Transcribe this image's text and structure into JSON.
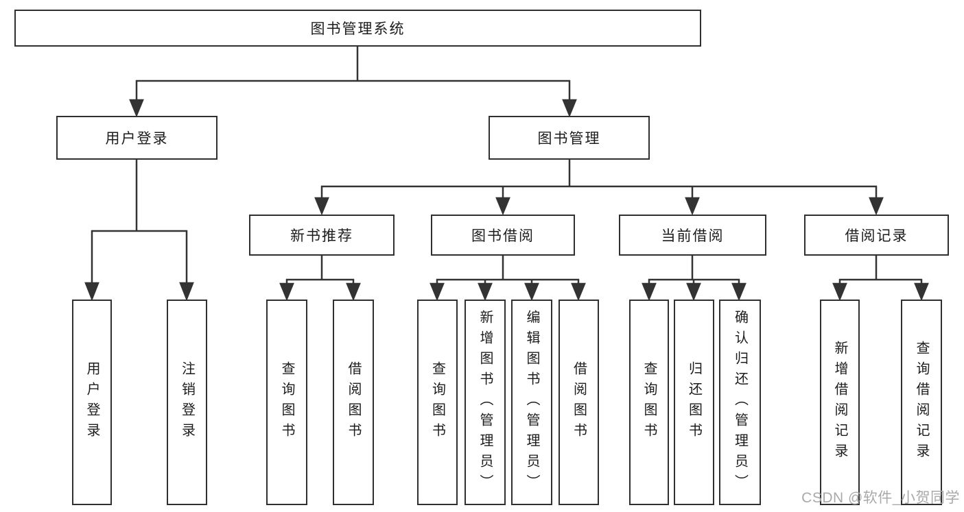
{
  "diagram": {
    "root": {
      "label": "图书管理系统"
    },
    "level2": [
      {
        "label": "用户登录"
      },
      {
        "label": "图书管理"
      }
    ],
    "level3": [
      {
        "label": "新书推荐"
      },
      {
        "label": "图书借阅"
      },
      {
        "label": "当前借阅"
      },
      {
        "label": "借阅记录"
      }
    ],
    "leaves": {
      "user_login": [
        {
          "label": "用户登录"
        },
        {
          "label": "注销登录"
        }
      ],
      "new_book": [
        {
          "label": "查询图书"
        },
        {
          "label": "借阅图书"
        }
      ],
      "book_borrow": [
        {
          "label": "查询图书"
        },
        {
          "label": "新增图书（管理员）"
        },
        {
          "label": "编辑图书（管理员）"
        },
        {
          "label": "借阅图书"
        }
      ],
      "current_borrow": [
        {
          "label": "查询图书"
        },
        {
          "label": "归还图书"
        },
        {
          "label": "确认归还（管理员）"
        }
      ],
      "borrow_record": [
        {
          "label": "新增借阅记录"
        },
        {
          "label": "查询借阅记录"
        }
      ]
    }
  },
  "watermark": {
    "text": "CSDN @软件_小贺同学"
  },
  "colors": {
    "line": "#333333",
    "box_border": "#2f2f2f",
    "text": "#1c1c1c",
    "background": "#ffffff",
    "watermark": "#a9a9a9"
  }
}
